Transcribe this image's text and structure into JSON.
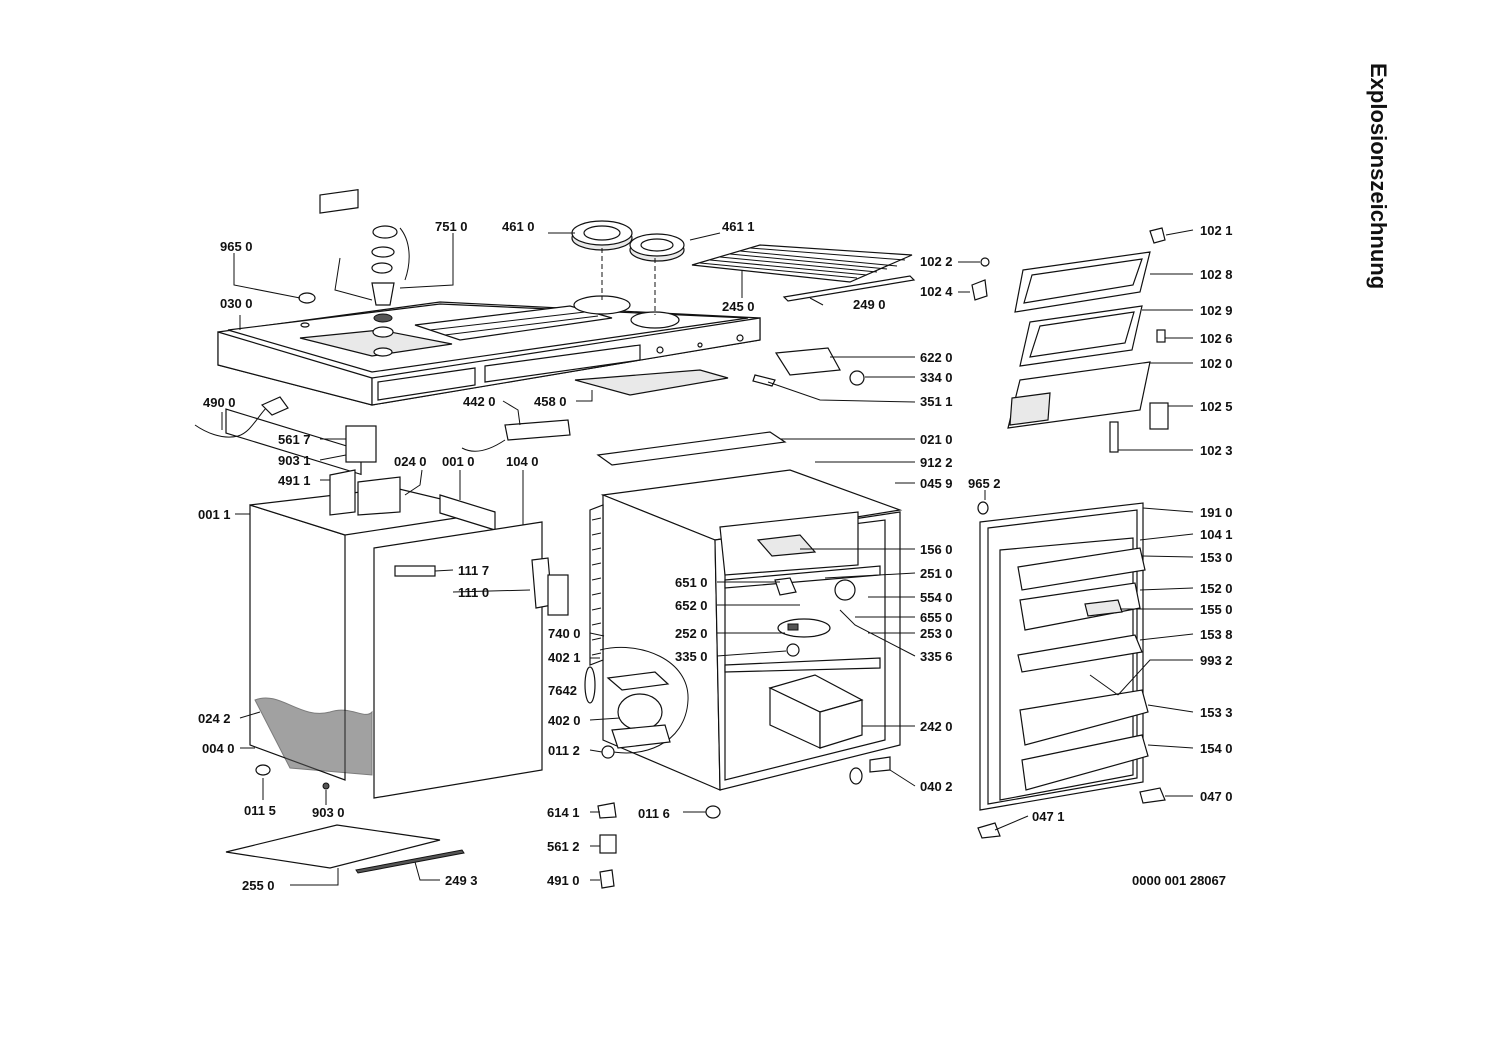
{
  "title": "Explosionszeichnung",
  "drawing_number": "0000 001 28067",
  "part_labels": [
    "965 0",
    "030 0",
    "751 0",
    "461 0",
    "461 1",
    "102 2",
    "102 4",
    "245 0",
    "249 0",
    "622 0",
    "334 0",
    "351 1",
    "490 0",
    "442 0",
    "458 0",
    "561 7",
    "903 1",
    "024 0",
    "001 0",
    "104 0",
    "491 1",
    "001 1",
    "111 7",
    "111 0",
    "021 0",
    "912 2",
    "045 9",
    "965 2",
    "156 0",
    "251 0",
    "651 0",
    "652 0",
    "554 0",
    "655 0",
    "252 0",
    "253 0",
    "740 0",
    "402 1",
    "335 0",
    "335 6",
    "7642",
    "402 0",
    "011 2",
    "242 0",
    "024 2",
    "004 0",
    "011 5",
    "903 0",
    "040 2",
    "614 1",
    "011 6",
    "561 2",
    "491 0",
    "255 0",
    "249 3",
    "102 1",
    "102 8",
    "102 9",
    "102 6",
    "102 0",
    "102 5",
    "102 3",
    "191 0",
    "104 1",
    "153 0",
    "152 0",
    "155 0",
    "153 8",
    "993 2",
    "153 3",
    "154 0",
    "047 0",
    "047 1"
  ]
}
